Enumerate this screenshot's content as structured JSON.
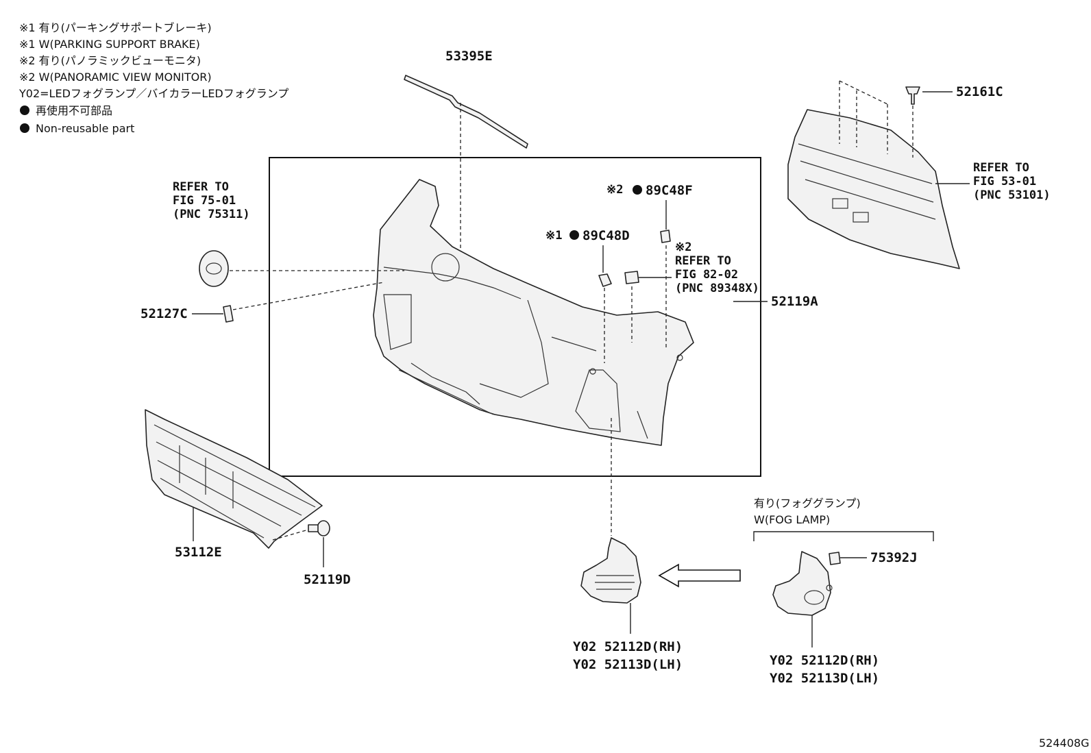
{
  "notes": [
    "※1 有り(パーキングサポートブレーキ)",
    "※1 W(PARKING SUPPORT BRAKE)",
    "※2 有り(パノラミックビューモニタ)",
    "※2 W(PANORAMIC VIEW MONITOR)",
    "Y02=LEDフォグランプ／バイカラーLEDフォグランプ"
  ],
  "legend": {
    "jp": "再使用不可部品",
    "en": "Non-reusable part"
  },
  "parts": {
    "p53395E": "53395E",
    "p52161C": "52161C",
    "p89C48F": "89C48F",
    "p89C48F_mark": "※2",
    "p89C48D": "89C48D",
    "p89C48D_mark": "※1",
    "p52127C": "52127C",
    "p52119A": "52119A",
    "p53112E": "53112E",
    "p52119D": "52119D",
    "p75392J": "75392J",
    "center_lamp_rh": "Y02 52112D(RH)",
    "center_lamp_lh": "Y02 52113D(LH)",
    "right_lamp_rh": "Y02 52112D(RH)",
    "right_lamp_lh": "Y02 52113D(LH)"
  },
  "refs": {
    "emblem": [
      "REFER TO",
      "FIG 75-01",
      "(PNC 75311)"
    ],
    "grille_upper": [
      "REFER TO",
      "FIG 53-01",
      "(PNC 53101)"
    ],
    "sensor_mark": "※2",
    "sensor": [
      "REFER TO",
      "FIG 82-02",
      "(PNC 89348X)"
    ]
  },
  "fog_option": {
    "jp": "有り(フォググランプ)",
    "en": "W(FOG LAMP)"
  },
  "figure_code": "524408G"
}
